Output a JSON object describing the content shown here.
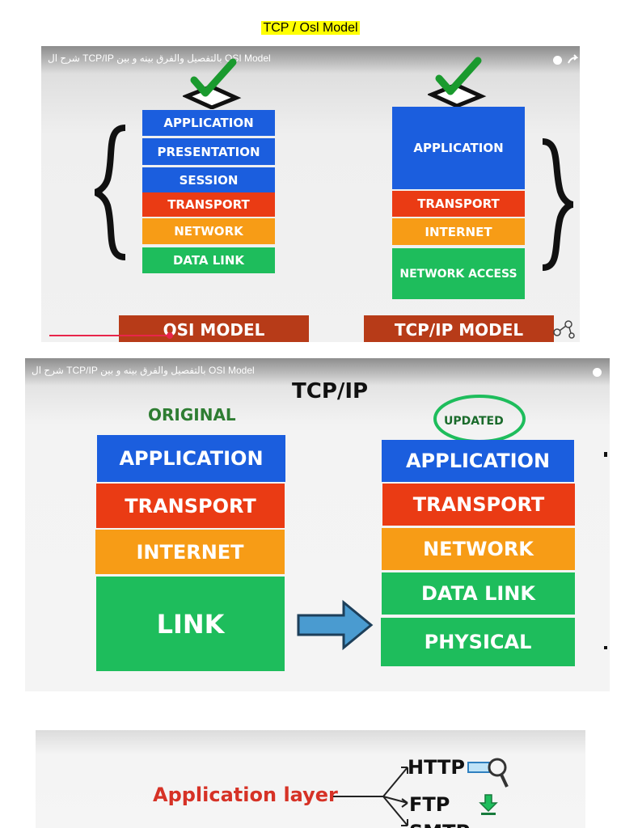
{
  "document": {
    "title": "TCP / Osl Model"
  },
  "video1": {
    "title": "OSI Model بالتفصيل والفرق بينه و بين TCP/IP شرح ال",
    "osi_layers": [
      "APPLICATION",
      "PRESENTATION",
      "SESSION",
      "TRANSPORT",
      "NETWORK",
      "DATA LINK"
    ],
    "tcpip_layers": [
      "APPLICATION",
      "TRANSPORT",
      "INTERNET",
      "NETWORK ACCESS"
    ],
    "osi_label": "OSI MODEL",
    "tcpip_label": "TCP/IP MODEL"
  },
  "video2": {
    "title": "OSI Model بالتفصيل والفرق بينه و بين TCP/IP شرح ال",
    "heading": "TCP/IP",
    "original_label": "ORIGINAL",
    "updated_label": "UPDATED",
    "original_layers": [
      "APPLICATION",
      "TRANSPORT",
      "INTERNET",
      "LINK"
    ],
    "updated_layers": [
      "APPLICATION",
      "TRANSPORT",
      "NETWORK",
      "DATA LINK",
      "PHYSICAL"
    ]
  },
  "image3": {
    "app_layer_label": "Application layer",
    "protocols": [
      "HTTP",
      "FTP",
      "SMTP"
    ]
  },
  "colors": {
    "application": "#1b5ede",
    "transport": "#ea3b14",
    "network": "#f79c16",
    "link": "#1ebd5c",
    "highlight": "#ffff00"
  }
}
